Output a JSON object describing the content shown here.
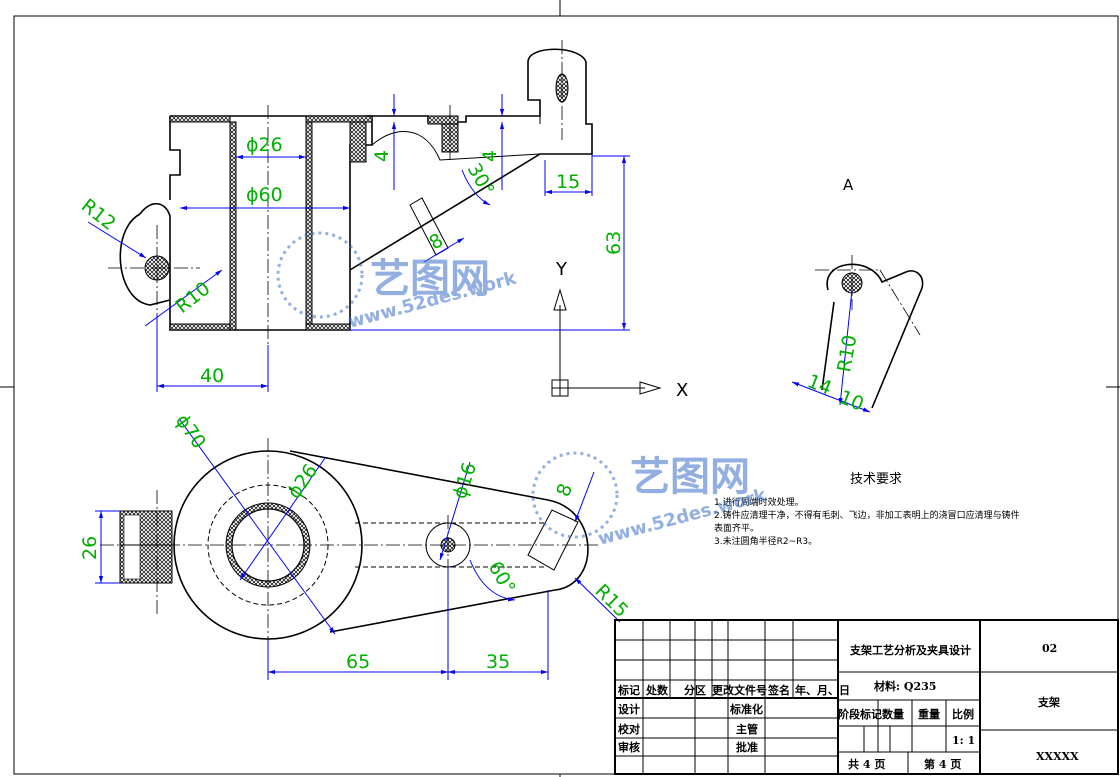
{
  "views": {
    "view_a_label": "A",
    "axis_y": "Y",
    "axis_x": "X"
  },
  "dims": {
    "d26_top": "ϕ26",
    "d60": "ϕ60",
    "r12": "R12",
    "r10_left": "R10",
    "w40": "40",
    "h4_left": "4",
    "h4_right": "4",
    "ang30": "30°",
    "w15": "15",
    "h63": "63",
    "slot_8": "8",
    "r10_a": "R10",
    "w14": "14",
    "w10": "10",
    "d70": "ϕ70",
    "d26_bottom": "ϕ26",
    "d16": "ϕ16",
    "w8": "8",
    "h26": "26",
    "ang60": "60°",
    "r15": "R15",
    "w65": "65",
    "w35": "35"
  },
  "tech_requirements": {
    "title": "技术要求",
    "items": [
      "1.进行周端时效处理。",
      "2.铸件应清理干净，不得有毛刺、飞边，非加工表明上的浇冒口应清理与铸件",
      "表面齐平。",
      "3.未注圆角半径R2~R3。"
    ]
  },
  "title_block": {
    "project_title": "支架工艺分析及夹具设计",
    "drawing_no": "02",
    "material": "材料: Q235",
    "part_name": "支架",
    "company": "XXXXX",
    "col_headers": [
      "标记",
      "处数",
      "分区",
      "更改文件号",
      "签名",
      "年、月、日"
    ],
    "rows": {
      "design": "设计",
      "standard": "标准化",
      "check": "校对",
      "manager": "主管",
      "review": "审核",
      "approve": "批准"
    },
    "stage_label": "阶段标记",
    "qty_label": "数量",
    "weight_label": "重量",
    "scale_label": "比例",
    "scale_value": "1: 1",
    "sheets_total": "共 4 页",
    "sheet_no": "第 4 页"
  },
  "watermark": {
    "brand": "艺图网",
    "url": "www.52des.work"
  }
}
